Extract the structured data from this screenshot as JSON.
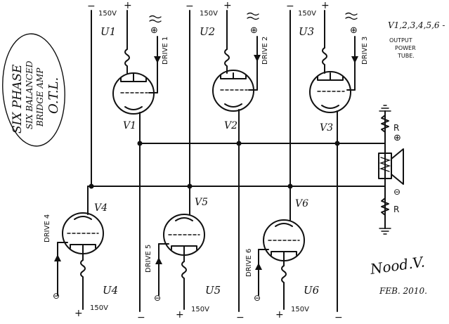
{
  "title_lines": [
    "SIX PHASE",
    "SIX BALANCED",
    "BRIDGE AMP",
    "O.T.L."
  ],
  "output_note": {
    "line1": "V1,2,3,4,5,6 -",
    "line2": "OUTPUT",
    "line3": "POWER",
    "line4": "TUBE."
  },
  "upper_stages": [
    {
      "tube": "V1",
      "supply": "U1",
      "voltage": "150V",
      "drive": "DRIVE 1"
    },
    {
      "tube": "V2",
      "supply": "U2",
      "voltage": "150V",
      "drive": "DRIVE 2"
    },
    {
      "tube": "V3",
      "supply": "U3",
      "voltage": "150V",
      "drive": "DRIVE 3"
    }
  ],
  "lower_stages": [
    {
      "tube": "V4",
      "supply": "U4",
      "voltage": "150V",
      "drive": "DRIVE 4"
    },
    {
      "tube": "V5",
      "supply": "U5",
      "voltage": "150V",
      "drive": "DRIVE 5"
    },
    {
      "tube": "V6",
      "supply": "U6",
      "voltage": "150V",
      "drive": "DRIVE 6"
    }
  ],
  "polarity": {
    "plus": "+",
    "minus": "−",
    "ground": "⊕",
    "neg_terminal": "⊖"
  },
  "resistor_label": "R",
  "signature": "Nood.V.",
  "date": "FEB. 2010."
}
